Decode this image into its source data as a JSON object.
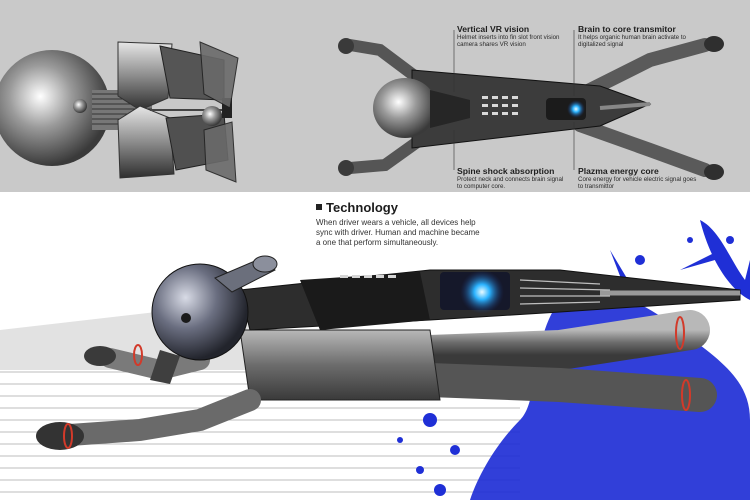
{
  "annotations": {
    "vr": {
      "title": "Vertical VR vision",
      "desc": "Helmet inserts into fin slot front vision camera shares VR vision"
    },
    "brain": {
      "title": "Brain to core transmitor",
      "desc": "It helps organic human brain activate to digitalized signal"
    },
    "spine": {
      "title": "Spine shock absorption",
      "desc": "Protect neck and connects brain signal to computer core."
    },
    "plazma": {
      "title": "Plazma energy core",
      "desc": "Core energy for vehicle electric signal goes to transmittor"
    }
  },
  "technology": {
    "title": "Technology",
    "body": "When driver wears a vehicle, all devices help sync with driver. Human and machine became a one that perform simultaneously."
  },
  "colors": {
    "band": "#c9c9c9",
    "splash": "#1f2fd6",
    "core_glow": "#2ab3ff",
    "accent_red": "#d23a2a"
  }
}
